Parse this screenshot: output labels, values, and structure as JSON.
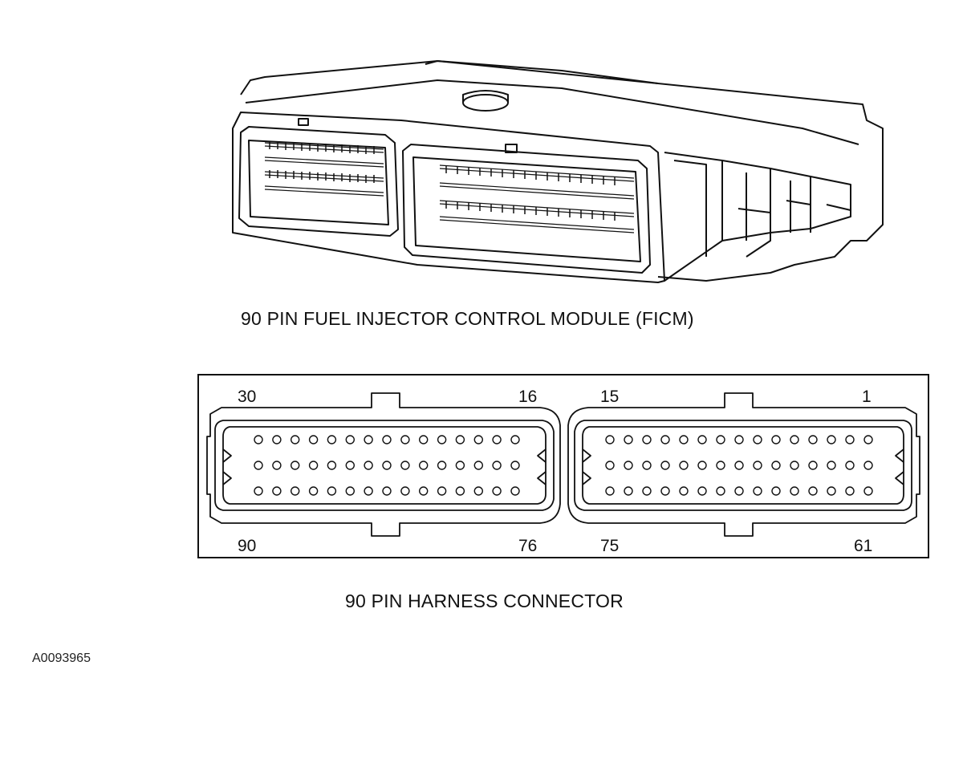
{
  "module": {
    "caption": "90 PIN FUEL INJECTOR CONTROL MODULE (FICM)"
  },
  "connector": {
    "caption": "90 PIN HARNESS CONNECTOR",
    "left_half": {
      "top_left": "30",
      "top_right": "16",
      "bottom_left": "90",
      "bottom_right": "76"
    },
    "right_half": {
      "top_left": "15",
      "top_right": "1",
      "bottom_left": "75",
      "bottom_right": "61"
    },
    "rows_per_half": 3,
    "pins_per_row": 15
  },
  "figure_id": "A0093965"
}
